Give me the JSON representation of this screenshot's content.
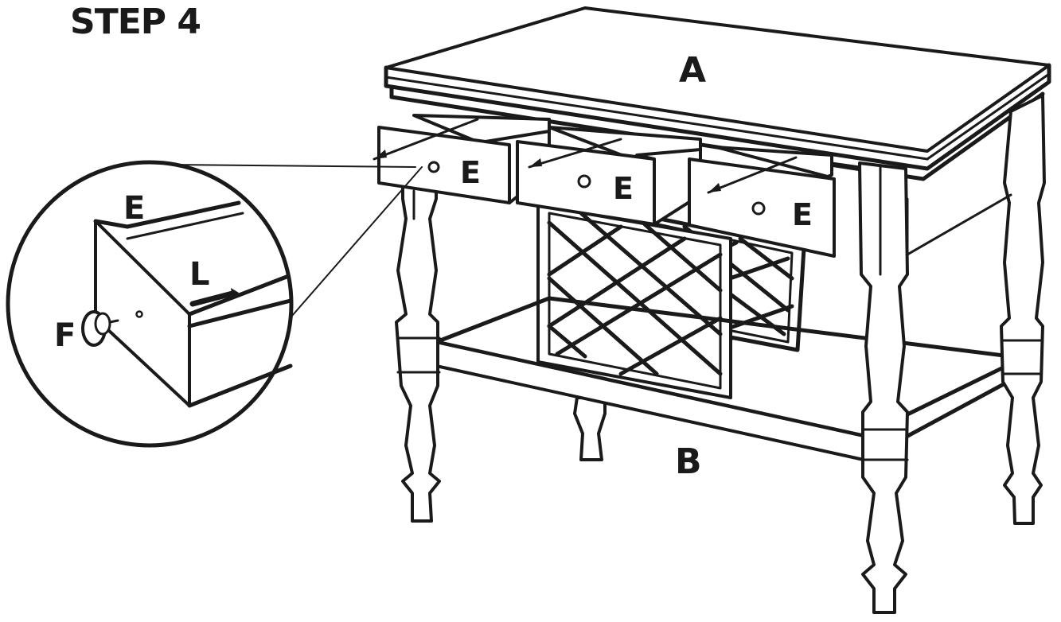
{
  "step_title": "STEP 4",
  "labels": {
    "top_panel": "A",
    "bottom_shelf": "B",
    "drawer": "E",
    "knob": "F",
    "screw": "L"
  },
  "colors": {
    "ink": "#1a1a1a",
    "paper": "#ffffff"
  }
}
